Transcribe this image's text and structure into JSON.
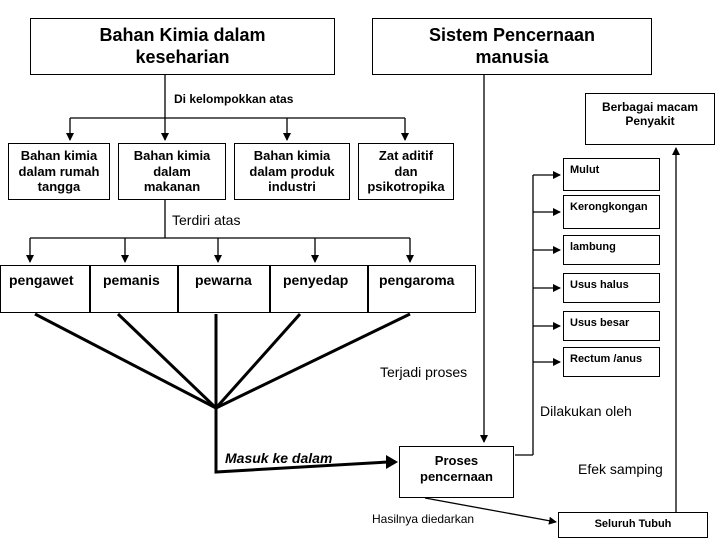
{
  "top_left_title": "Bahan Kimia dalam\nkeseharian",
  "top_right_title": "Sistem Pencernaan\nmanusia",
  "grouping_label": "Di kelompokkan atas",
  "categories": [
    "Bahan kimia\ndalam rumah\ntangga",
    "Bahan kimia\ndalam\nmakanan",
    "Bahan kimia\ndalam produk\nindustri",
    "Zat aditif\ndan\npsikotropika"
  ],
  "consists_label": "Terdiri  atas",
  "additives": [
    "pengawet",
    "pemanis",
    "pewarna",
    "penyedap",
    "pengaroma"
  ],
  "diseases_box": "Berbagai macam\nPenyakit",
  "organs": [
    "Mulut",
    "Kerongkongan",
    "lambung",
    "Usus halus",
    "Usus besar",
    "Rectum /anus"
  ],
  "process_label": "Terjadi proses",
  "performed_by_label": "Dilakukan oleh",
  "side_effect_label": "Efek samping",
  "enters_label": "Masuk ke dalam",
  "digestion_box": "Proses\npencernaan",
  "distributed_label": "Hasilnya diedarkan",
  "whole_body_box": "Seluruh Tubuh"
}
